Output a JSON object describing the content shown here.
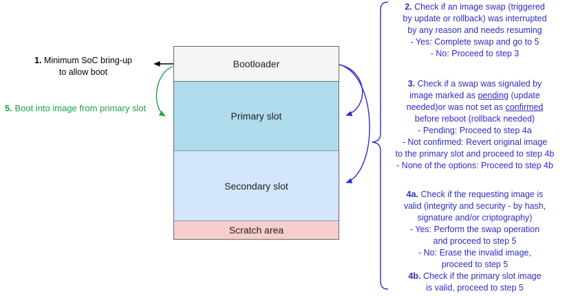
{
  "colors": {
    "step_blue": "#2b2bc8",
    "green": "#1da23c",
    "black": "#000000"
  },
  "memory": {
    "sections": [
      {
        "label": "Bootloader",
        "fill": "#f5f5f5"
      },
      {
        "label": "Primary slot",
        "fill": "#aedcec"
      },
      {
        "label": "Secondary slot",
        "fill": "#d4e6fc"
      },
      {
        "label": "Scratch area",
        "fill": "#f8cecc"
      }
    ]
  },
  "left": {
    "step1": {
      "color": "#000000",
      "lines": [
        [
          {
            "t": "1.",
            "b": true
          },
          {
            "t": " Minimum SoC bring-up"
          }
        ],
        [
          {
            "t": "to allow boot"
          }
        ]
      ]
    },
    "step5": {
      "color": "#1da23c",
      "lines": [
        [
          {
            "t": "5.",
            "b": true
          },
          {
            "t": " Boot into image from primary slot"
          }
        ]
      ]
    }
  },
  "steps": {
    "color": "#2b2bc8",
    "blocks": [
      {
        "id": "step-2",
        "lines": [
          [
            {
              "t": "2.",
              "b": true
            },
            {
              "t": " Check if an image swap (triggered"
            }
          ],
          [
            {
              "t": "by update or rollback) was interrupted"
            }
          ],
          [
            {
              "t": "by any reason and needs resuming"
            }
          ],
          [
            {
              "t": "- Yes: Complete swap and go to 5"
            }
          ],
          [
            {
              "t": "- No: Proceed to step 3"
            }
          ]
        ]
      },
      {
        "id": "step-3",
        "lines": [
          [
            {
              "t": "3.",
              "b": true
            },
            {
              "t": " Check if a swap was signaled by"
            }
          ],
          [
            {
              "t": "image marked as "
            },
            {
              "t": "pending",
              "u": true
            },
            {
              "t": " (update"
            }
          ],
          [
            {
              "t": "needed)or was not set as "
            },
            {
              "t": "confirmed",
              "u": true
            }
          ],
          [
            {
              "t": "before reboot (rollback needed)"
            }
          ],
          [
            {
              "t": "- Pending: Proceed to step 4a"
            }
          ],
          [
            {
              "t": "- Not confirmed: Revert original image"
            }
          ],
          [
            {
              "t": "to the primary slot and proceed to step 4b"
            }
          ],
          [
            {
              "t": "- None of the options: Proceed to step 4b"
            }
          ]
        ]
      },
      {
        "id": "steps-4a-4b",
        "lines": [
          [
            {
              "t": "4a.",
              "b": true
            },
            {
              "t": " Check if the requesting image is"
            }
          ],
          [
            {
              "t": "valid (integrity and security - by hash,"
            }
          ],
          [
            {
              "t": "signature and/or criptography)"
            }
          ],
          [
            {
              "t": "- Yes: Perform the swap operation"
            }
          ],
          [
            {
              "t": "and proceed to step 5"
            }
          ],
          [
            {
              "t": "- No: Erase the invalid image,"
            }
          ],
          [
            {
              "t": "proceed to step 5"
            }
          ],
          [
            {
              "t": "4b.",
              "b": true
            },
            {
              "t": " Check if the primary slot image"
            }
          ],
          [
            {
              "t": "is valid, proceed to step 5"
            }
          ]
        ]
      }
    ]
  }
}
